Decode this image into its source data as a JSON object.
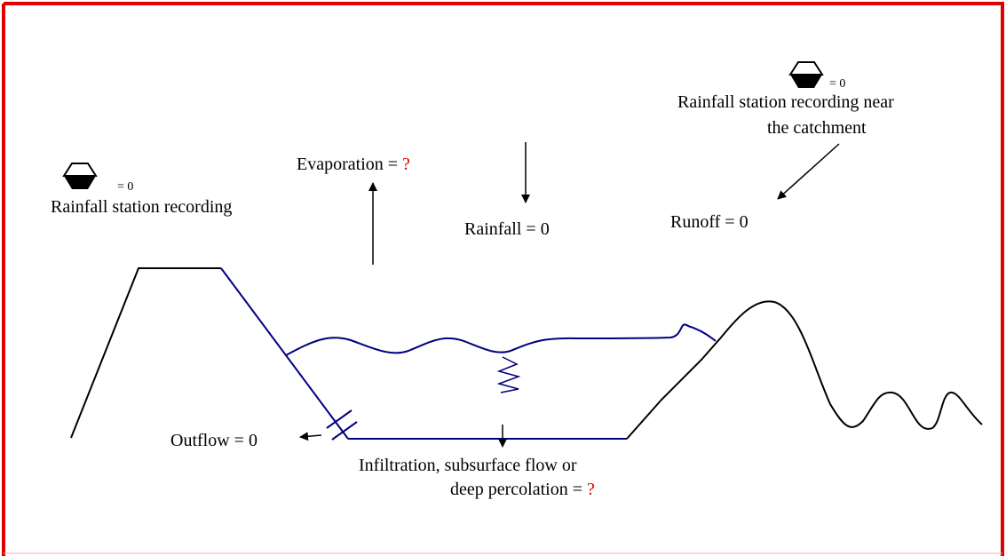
{
  "colors": {
    "frame": "#e00000",
    "water": "#000080",
    "ink": "#000000",
    "question": "#e00000"
  },
  "labels": {
    "station_left": {
      "icon": "rain-gauge-icon",
      "value": "= 0",
      "caption": "Rainfall station recording"
    },
    "station_right": {
      "icon": "rain-gauge-icon",
      "value": "= 0",
      "caption_line1": "Rainfall station recording near",
      "caption_line2": "the catchment"
    },
    "evaporation": {
      "text": "Evaporation = ",
      "unknown": "?"
    },
    "rainfall": "Rainfall = 0",
    "runoff": "Runoff = 0",
    "outflow": "Outflow = 0",
    "infiltration": {
      "line1": "Infiltration, subsurface flow or",
      "line2": "deep percolation = ",
      "unknown": "?"
    }
  }
}
